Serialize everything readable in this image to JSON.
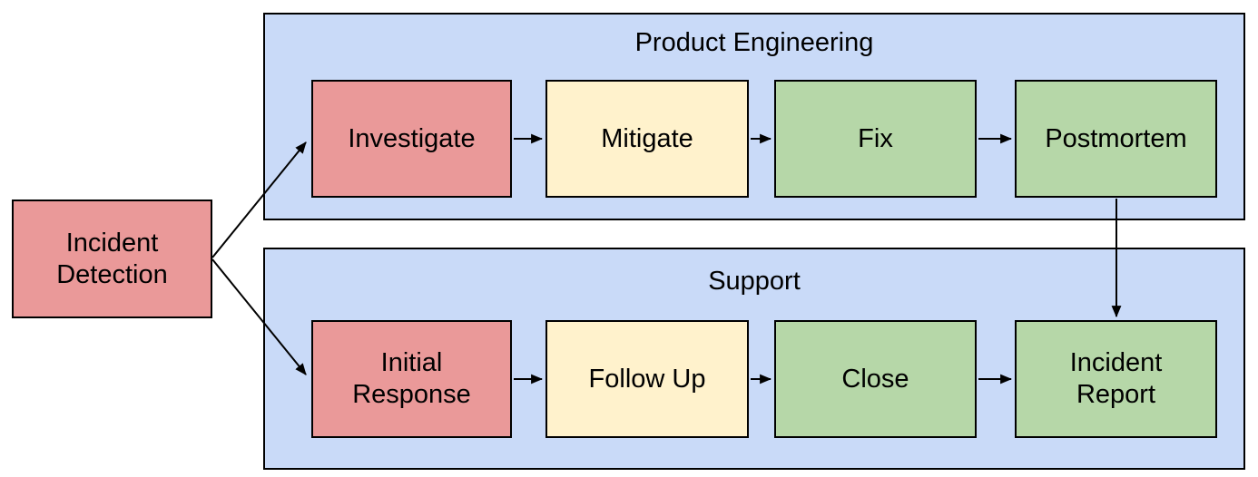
{
  "diagram": {
    "type": "flowchart",
    "background": "#ffffff",
    "colors": {
      "node_red": "#ea9999",
      "node_yellow": "#fff2cc",
      "node_green": "#b6d7a8",
      "lane_blue": "#c9daf8",
      "border": "#000000",
      "text": "#000000"
    },
    "start_node": {
      "id": "incident-detection",
      "label": "Incident Detection",
      "lines": [
        "Incident",
        "Detection"
      ],
      "color": "node_red"
    },
    "lanes": [
      {
        "id": "product-engineering",
        "title": "Product Engineering",
        "color": "lane_blue",
        "nodes": [
          {
            "id": "investigate",
            "label": "Investigate",
            "lines": [
              "Investigate"
            ],
            "color": "node_red"
          },
          {
            "id": "mitigate",
            "label": "Mitigate",
            "lines": [
              "Mitigate"
            ],
            "color": "node_yellow"
          },
          {
            "id": "fix",
            "label": "Fix",
            "lines": [
              "Fix"
            ],
            "color": "node_green"
          },
          {
            "id": "postmortem",
            "label": "Postmortem",
            "lines": [
              "Postmortem"
            ],
            "color": "node_green"
          }
        ]
      },
      {
        "id": "support",
        "title": "Support",
        "color": "lane_blue",
        "nodes": [
          {
            "id": "initial-response",
            "label": "Initial Response",
            "lines": [
              "Initial",
              "Response"
            ],
            "color": "node_red"
          },
          {
            "id": "follow-up",
            "label": "Follow Up",
            "lines": [
              "Follow Up"
            ],
            "color": "node_yellow"
          },
          {
            "id": "close",
            "label": "Close",
            "lines": [
              "Close"
            ],
            "color": "node_green"
          },
          {
            "id": "incident-report",
            "label": "Incident Report",
            "lines": [
              "Incident",
              "Report"
            ],
            "color": "node_green"
          }
        ]
      }
    ],
    "edges": [
      {
        "from": "incident-detection",
        "to": "investigate"
      },
      {
        "from": "incident-detection",
        "to": "initial-response"
      },
      {
        "from": "investigate",
        "to": "mitigate"
      },
      {
        "from": "mitigate",
        "to": "fix"
      },
      {
        "from": "fix",
        "to": "postmortem"
      },
      {
        "from": "postmortem",
        "to": "incident-report"
      },
      {
        "from": "initial-response",
        "to": "follow-up"
      },
      {
        "from": "follow-up",
        "to": "close"
      },
      {
        "from": "close",
        "to": "incident-report"
      }
    ]
  }
}
